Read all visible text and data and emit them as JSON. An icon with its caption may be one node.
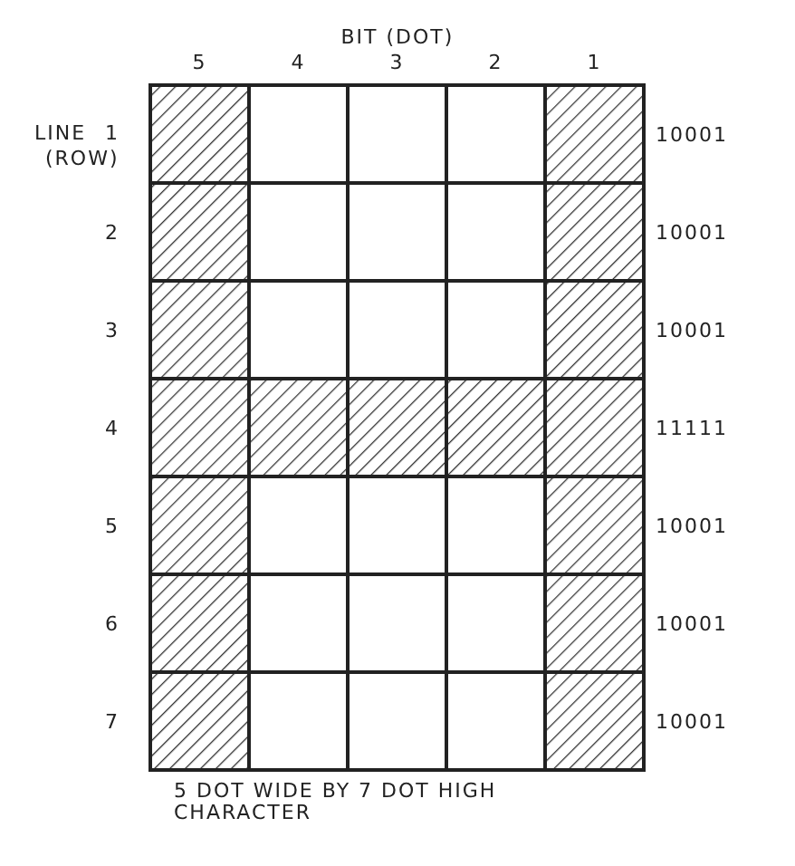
{
  "diagram": {
    "caption": "5 DOT WIDE BY 7 DOT HIGH CHARACTER",
    "labels": [
      "BIT (DOT)",
      "5",
      "4",
      "3",
      "2",
      "1",
      "LINE",
      "1",
      "10001",
      "(ROW)",
      "2",
      "10001",
      "3",
      "10001",
      "4",
      "11111",
      "5",
      "10001",
      "6",
      "10001",
      "7",
      "10001"
    ]
  }
}
